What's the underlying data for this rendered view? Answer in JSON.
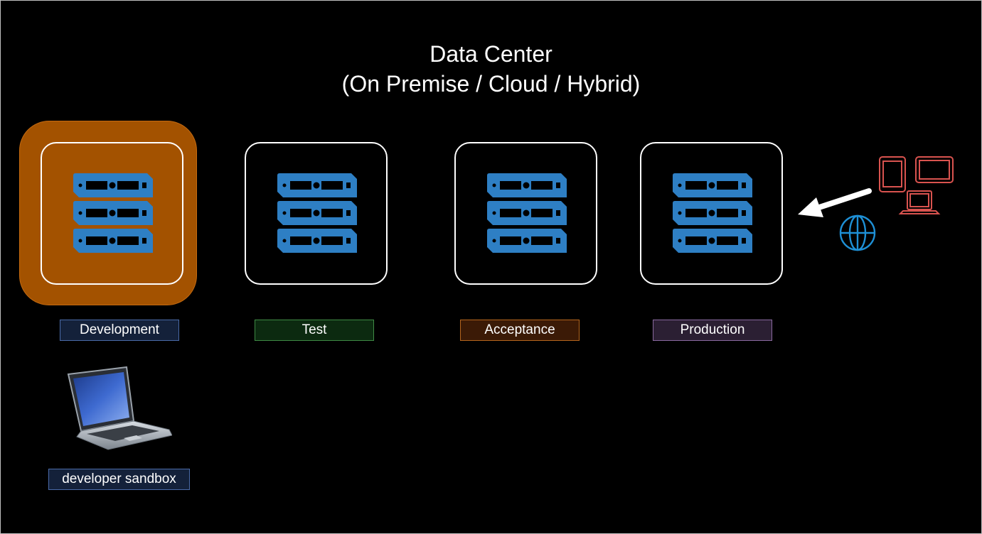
{
  "title": {
    "line1": "Data Center",
    "line2": "(On Premise / Cloud / Hybrid)"
  },
  "environments": [
    {
      "key": "development",
      "label": "Development",
      "label_bg": "#14213a",
      "label_border": "#4a6aa8",
      "highlight": "#a35200"
    },
    {
      "key": "test",
      "label": "Test",
      "label_bg": "#0c2a10",
      "label_border": "#3f8b45"
    },
    {
      "key": "acceptance",
      "label": "Acceptance",
      "label_bg": "#3b1a06",
      "label_border": "#b5651d"
    },
    {
      "key": "production",
      "label": "Production",
      "label_bg": "#2b1f33",
      "label_border": "#8a6aa0"
    }
  ],
  "sandbox": {
    "label": "developer sandbox"
  },
  "icons": {
    "server": "server-rack-icon",
    "laptop": "laptop-icon",
    "devices": "devices-icon",
    "globe": "globe-icon",
    "arrow": "arrow-left-icon"
  },
  "colors": {
    "server": "#2e7fc4",
    "devices": "#d9534f",
    "globe": "#1e90d6"
  }
}
